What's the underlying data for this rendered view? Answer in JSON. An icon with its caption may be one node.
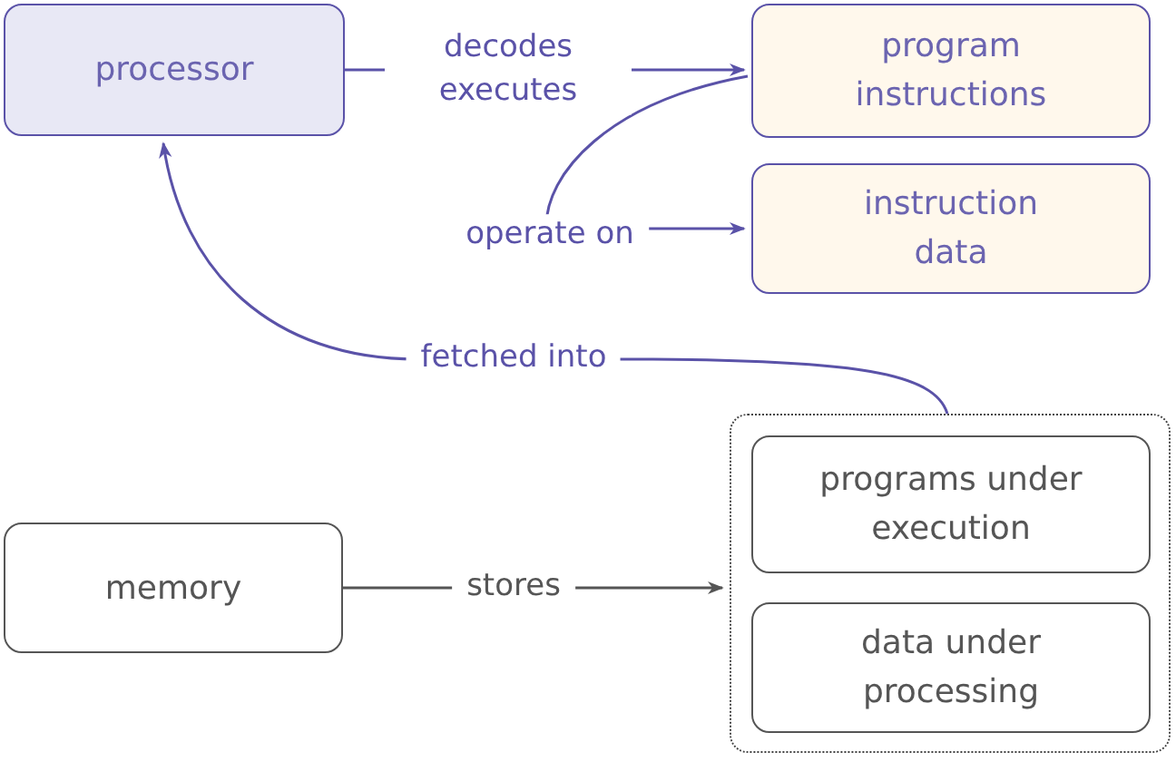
{
  "diagram": {
    "nodes": [
      {
        "text": [
          "processor"
        ]
      },
      {
        "text": [
          "program instructions"
        ]
      },
      {
        "text": [
          "instruction data"
        ]
      },
      {
        "text": [
          "memory"
        ]
      },
      {
        "text": [],
        "shape": "box"
      },
      {
        "text": [
          "programs under execution"
        ],
        "in": 4
      },
      {
        "text": [
          "data under processing"
        ],
        "in": 4
      }
    ],
    "edges": [
      {
        "from": 0,
        "to": 1,
        "arrow": "to",
        "label": "decodes executes"
      },
      {
        "from": 1,
        "to": 2,
        "arrow": "to",
        "label": "operate on"
      },
      {
        "from": 4,
        "to": 0,
        "arrow": "to",
        "label": "fetched into"
      },
      {
        "from": 3,
        "to": 4,
        "arrow": "to",
        "label": "stores",
        "color": "#555555"
      }
    ]
  }
}
